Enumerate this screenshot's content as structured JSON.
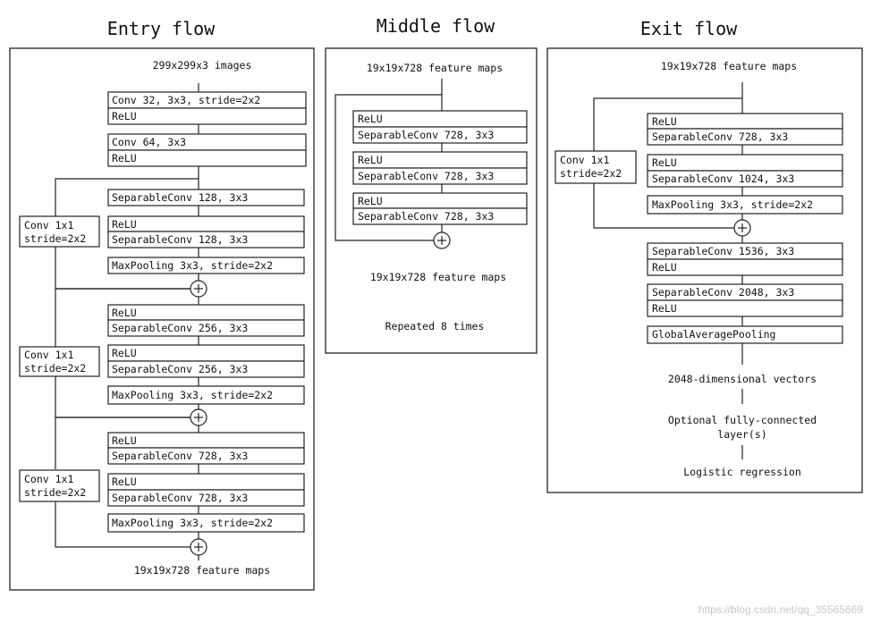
{
  "titles": {
    "entry": "Entry flow",
    "middle": "Middle flow",
    "exit": "Exit flow"
  },
  "entry": {
    "input": "299x299x3 images",
    "conv1": [
      "Conv 32, 3x3, stride=2x2",
      "ReLU"
    ],
    "conv2": [
      "Conv 64, 3x3",
      "ReLU"
    ],
    "block1": {
      "sep_a": "SeparableConv 128, 3x3",
      "relu": "ReLU",
      "sep_b": "SeparableConv 128, 3x3",
      "pool": "MaxPooling 3x3, stride=2x2",
      "skip": [
        "Conv 1x1",
        "stride=2x2"
      ]
    },
    "block2": {
      "relu_a": "ReLU",
      "sep_a": "SeparableConv 256, 3x3",
      "relu_b": "ReLU",
      "sep_b": "SeparableConv 256, 3x3",
      "pool": "MaxPooling 3x3, stride=2x2",
      "skip": [
        "Conv 1x1",
        "stride=2x2"
      ]
    },
    "block3": {
      "relu_a": "ReLU",
      "sep_a": "SeparableConv 728, 3x3",
      "relu_b": "ReLU",
      "sep_b": "SeparableConv 728, 3x3",
      "pool": "MaxPooling 3x3, stride=2x2",
      "skip": [
        "Conv 1x1",
        "stride=2x2"
      ]
    },
    "output": "19x19x728 feature maps"
  },
  "middle": {
    "input": "19x19x728 feature maps",
    "units": [
      [
        "ReLU",
        "SeparableConv 728, 3x3"
      ],
      [
        "ReLU",
        "SeparableConv 728, 3x3"
      ],
      [
        "ReLU",
        "SeparableConv 728, 3x3"
      ]
    ],
    "output": "19x19x728 feature maps",
    "repeat": "Repeated 8 times"
  },
  "exit": {
    "input": "19x19x728 feature maps",
    "unit1": [
      "ReLU",
      "SeparableConv 728, 3x3"
    ],
    "unit2": [
      "ReLU",
      "SeparableConv 1024, 3x3"
    ],
    "pool": "MaxPooling 3x3, stride=2x2",
    "skip": [
      "Conv 1x1",
      "stride=2x2"
    ],
    "unit3": [
      "SeparableConv 1536, 3x3",
      "ReLU"
    ],
    "unit4": [
      "SeparableConv 2048, 3x3",
      "ReLU"
    ],
    "gap": "GlobalAveragePooling",
    "vectors": "2048-dimensional vectors",
    "fc": [
      "Optional fully-connected",
      "layer(s)"
    ],
    "logistic": "Logistic regression"
  },
  "watermark": "https://blog.csdn.net/qq_35565669"
}
